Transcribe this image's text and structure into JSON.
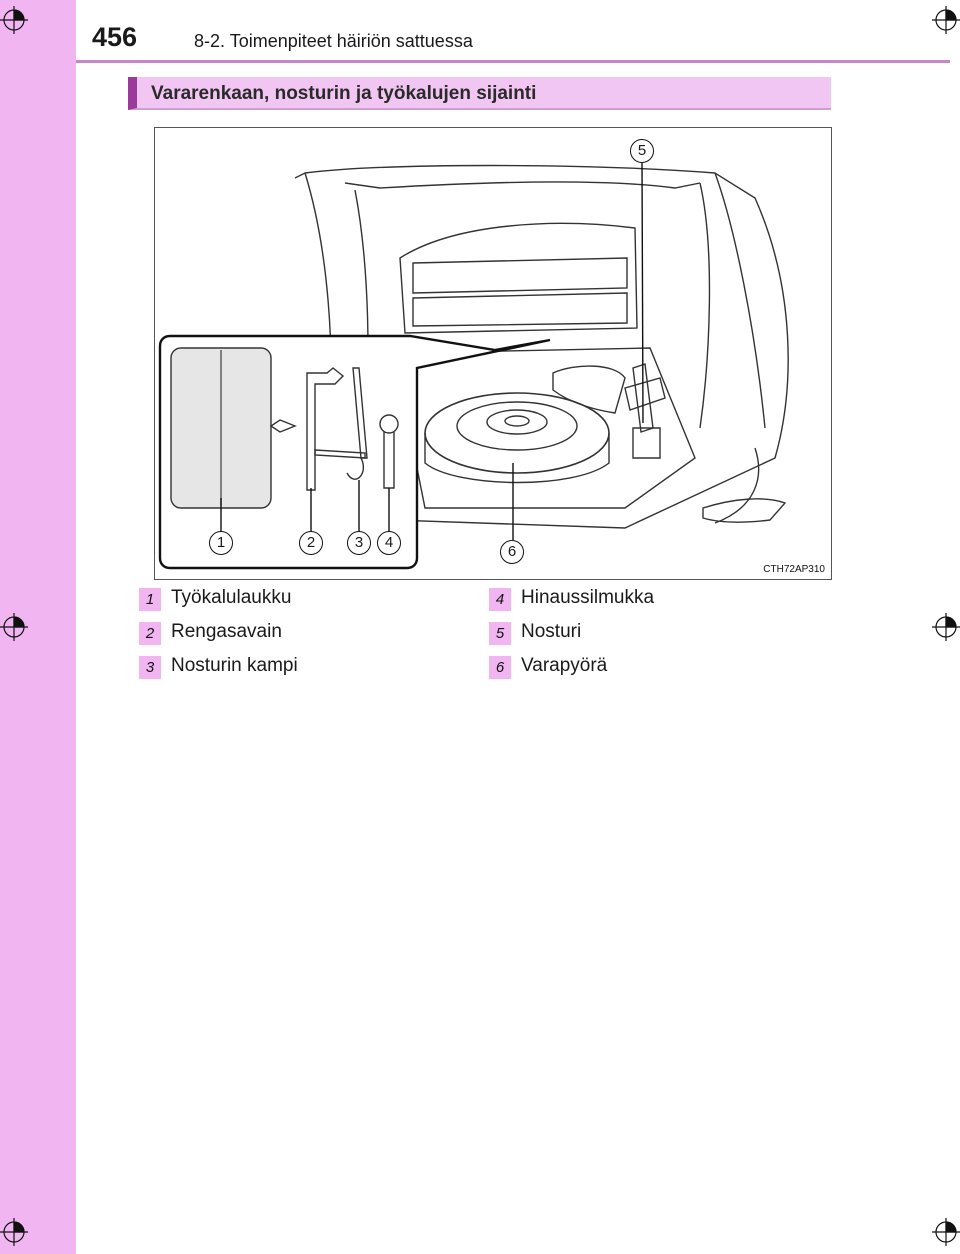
{
  "page": {
    "number": "456",
    "running_head": "8-2. Toimenpiteet häiriön sattuessa"
  },
  "section": {
    "title": "Vararenkaan, nosturin ja työkalujen sijainti"
  },
  "figure": {
    "code": "CTH72AP310",
    "callouts": [
      "1",
      "2",
      "3",
      "4",
      "5",
      "6"
    ]
  },
  "legend": [
    {
      "num": "1",
      "label": "Työkalulaukku"
    },
    {
      "num": "2",
      "label": "Rengasavain"
    },
    {
      "num": "3",
      "label": "Nosturin kampi"
    },
    {
      "num": "4",
      "label": "Hinaussilmukka"
    },
    {
      "num": "5",
      "label": "Nosturi"
    },
    {
      "num": "6",
      "label": "Varapyörä"
    }
  ],
  "colors": {
    "side_strip": "#f1b6f1",
    "section_bar": "#f2c6f2",
    "section_accent": "#9b3a9b"
  }
}
